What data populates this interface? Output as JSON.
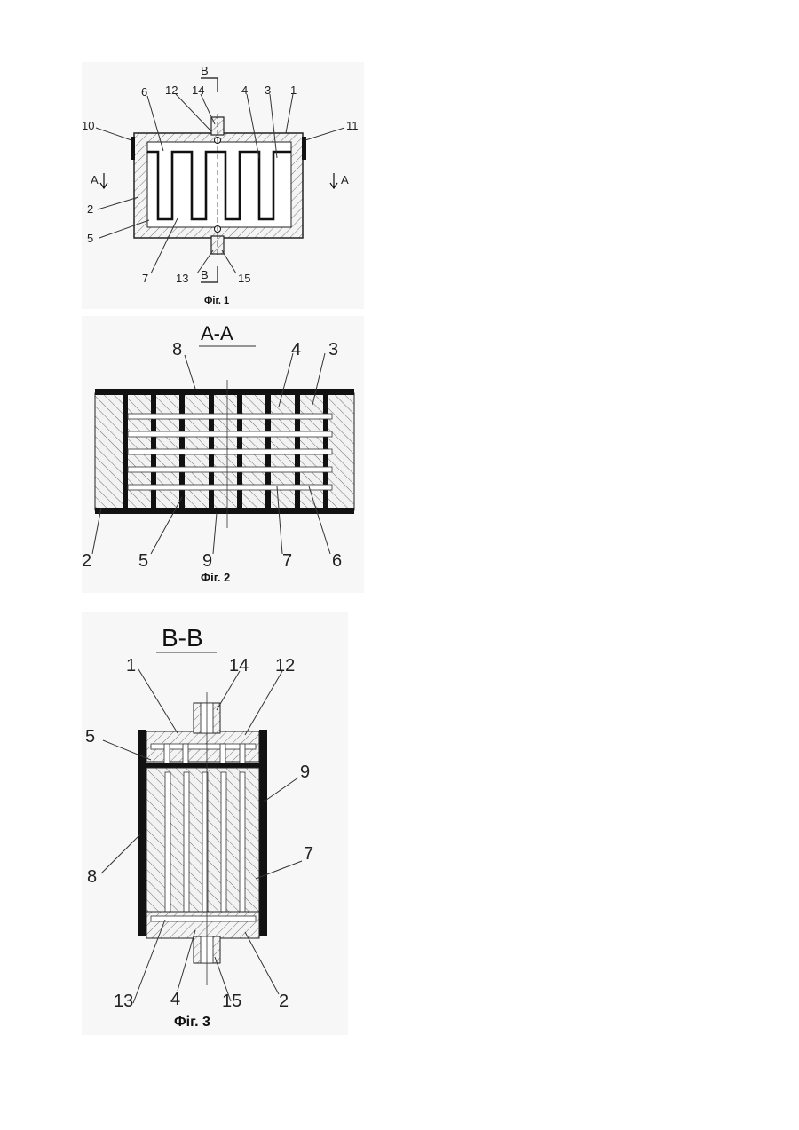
{
  "figures": [
    {
      "id": "fig1",
      "caption": "Фіг. 1",
      "section_marks": [
        "B",
        "B",
        "A",
        "A"
      ],
      "labels": [
        "6",
        "12",
        "14",
        "4",
        "3",
        "1",
        "10",
        "11",
        "2",
        "5",
        "7",
        "13",
        "15"
      ]
    },
    {
      "id": "fig2",
      "caption": "Фіг. 2",
      "section_title": "A-A",
      "labels": [
        "8",
        "4",
        "3",
        "2",
        "5",
        "9",
        "7",
        "6"
      ]
    },
    {
      "id": "fig3",
      "caption": "Фіг. 3",
      "section_title": "B-B",
      "labels": [
        "1",
        "14",
        "12",
        "5",
        "9",
        "8",
        "7",
        "13",
        "4",
        "15",
        "2"
      ]
    }
  ]
}
